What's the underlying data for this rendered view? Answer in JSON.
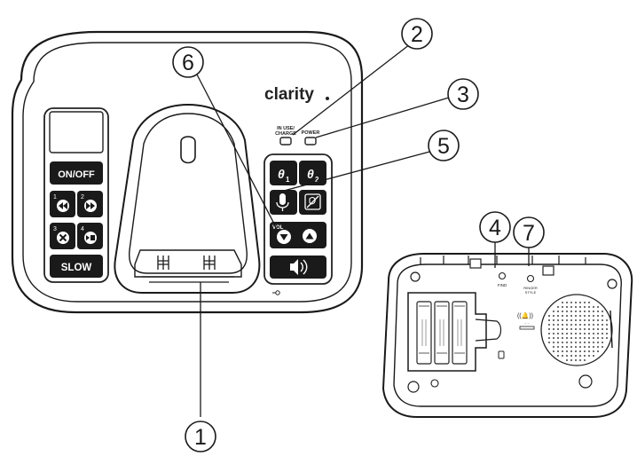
{
  "brand": "clarity",
  "base_leds": {
    "in_use_charge": "IN USE/ CHARGE",
    "power": "POWER"
  },
  "left_keys": {
    "on_off": "ON/OFF",
    "slow": "SLOW",
    "num_1": "1",
    "num_2": "2",
    "num_3": "3",
    "num_4": "4"
  },
  "right_keys": {
    "memory_1": "1",
    "memory_2": "2",
    "vol": "VOL"
  },
  "bottom_view": {
    "find": "FIND",
    "ringer_style": "RINGER STYLE",
    "ringer_icon": "((🔔))"
  },
  "callouts": {
    "c1": "1",
    "c2": "2",
    "c3": "3",
    "c4": "4",
    "c5": "5",
    "c6": "6",
    "c7": "7"
  },
  "icons": [
    "rewind-icon",
    "fast-forward-icon",
    "delete-x-icon",
    "play-stop-icon",
    "speaker-icon",
    "microphone-icon",
    "block-icon",
    "down-arrow-icon",
    "up-arrow-icon",
    "charge-contacts-icon"
  ]
}
